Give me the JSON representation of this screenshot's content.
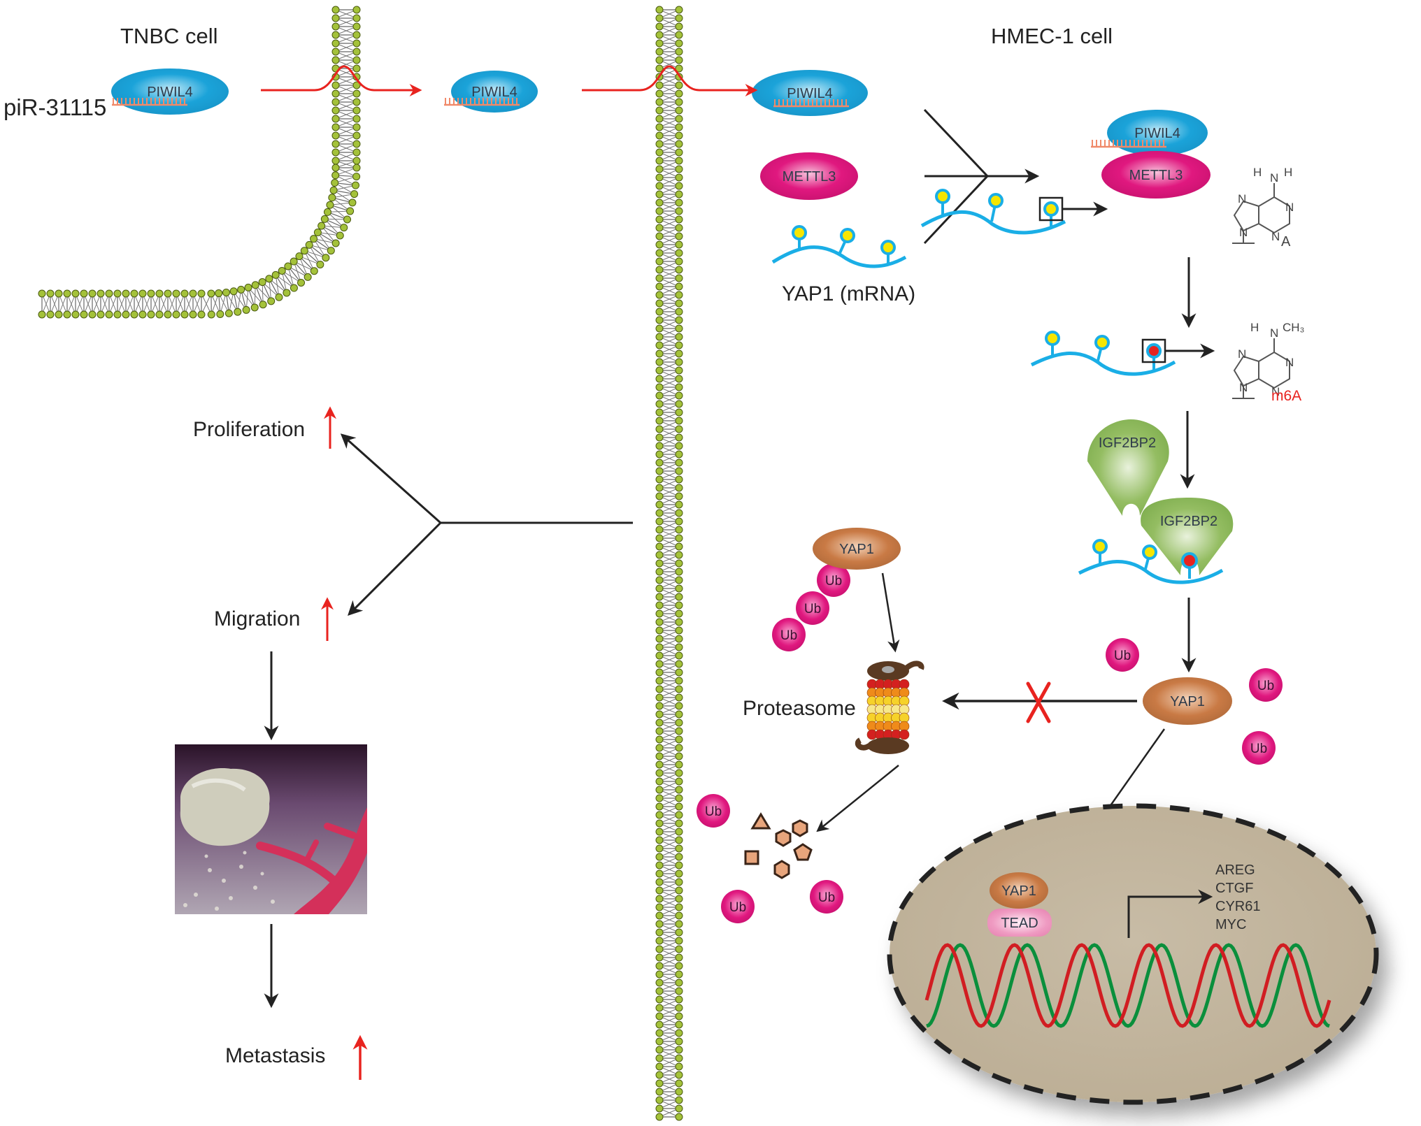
{
  "labels": {
    "tnbc_cell": "TNBC cell",
    "hmec_cell": "HMEC-1 cell",
    "pirna": "piR-31115",
    "yap1_mrna": "YAP1 (mRNA)",
    "proliferation": "Proliferation",
    "migration": "Migration",
    "metastasis": "Metastasis",
    "proteasome": "Proteasome",
    "adenosine": "A",
    "m6a": "m6A",
    "h": "H",
    "n": "N",
    "ch3": "CH₃"
  },
  "proteins": {
    "piwil4": "PIWIL4",
    "mettl3": "METTL3",
    "igf2bp2": "IGF2BP2",
    "yap1": "YAP1",
    "tead": "TEAD",
    "ub": "Ub"
  },
  "target_genes": [
    "AREG",
    "CTGF",
    "CYR61",
    "MYC"
  ],
  "colors": {
    "piwil4": "#1ba3d9",
    "mettl3": "#e0187f",
    "igf2bp2": "#8cb65a",
    "yap1": "#c97a45",
    "tead": "#ef9bc2",
    "ub": "#e0187f",
    "mrna": "#1aaee6",
    "red_arrow": "#e8231f",
    "nucleus": "#c2b6a0",
    "membrane_head": "#a4c23a"
  }
}
